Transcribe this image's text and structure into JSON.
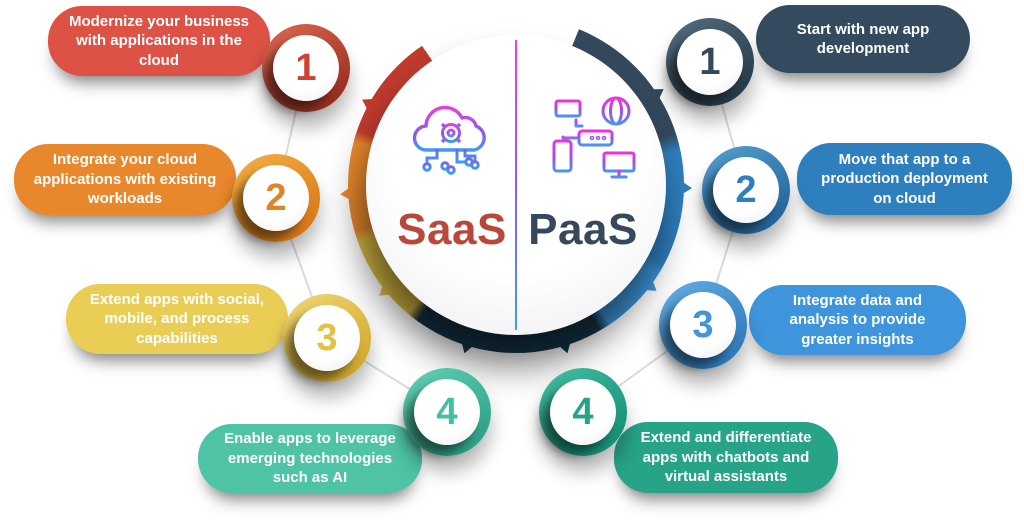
{
  "center": {
    "saas_label": "SaaS",
    "paas_label": "PaaS",
    "saas_color": "#B9473C",
    "paas_color": "#36495C",
    "saas_icon": "cloud-gear-circuit-icon",
    "paas_icon": "connected-devices-icon",
    "divider_gradient": [
      "#F03EE8",
      "#3E9BF0"
    ]
  },
  "left_items": [
    {
      "number": "1",
      "text": "Modernize your business with applications in the cloud",
      "color": "#DE5246"
    },
    {
      "number": "2",
      "text": "Integrate your cloud applications with existing workloads",
      "color": "#E8872B"
    },
    {
      "number": "3",
      "text": "Extend apps with social, mobile, and process capabilities",
      "color": "#EACD55"
    },
    {
      "number": "4",
      "text": "Enable apps to leverage emerging technologies such as AI",
      "color": "#4EC3A6"
    }
  ],
  "right_items": [
    {
      "number": "1",
      "text": "Start with new app development",
      "color": "#344A5E"
    },
    {
      "number": "2",
      "text": "Move that app to a production deployment on cloud",
      "color": "#2E7FBE"
    },
    {
      "number": "3",
      "text": "Integrate data and analysis to provide greater insights",
      "color": "#3E95DB"
    },
    {
      "number": "4",
      "text": "Extend and differentiate apps with chatbots and virtual assistants",
      "color": "#27A388"
    }
  ]
}
